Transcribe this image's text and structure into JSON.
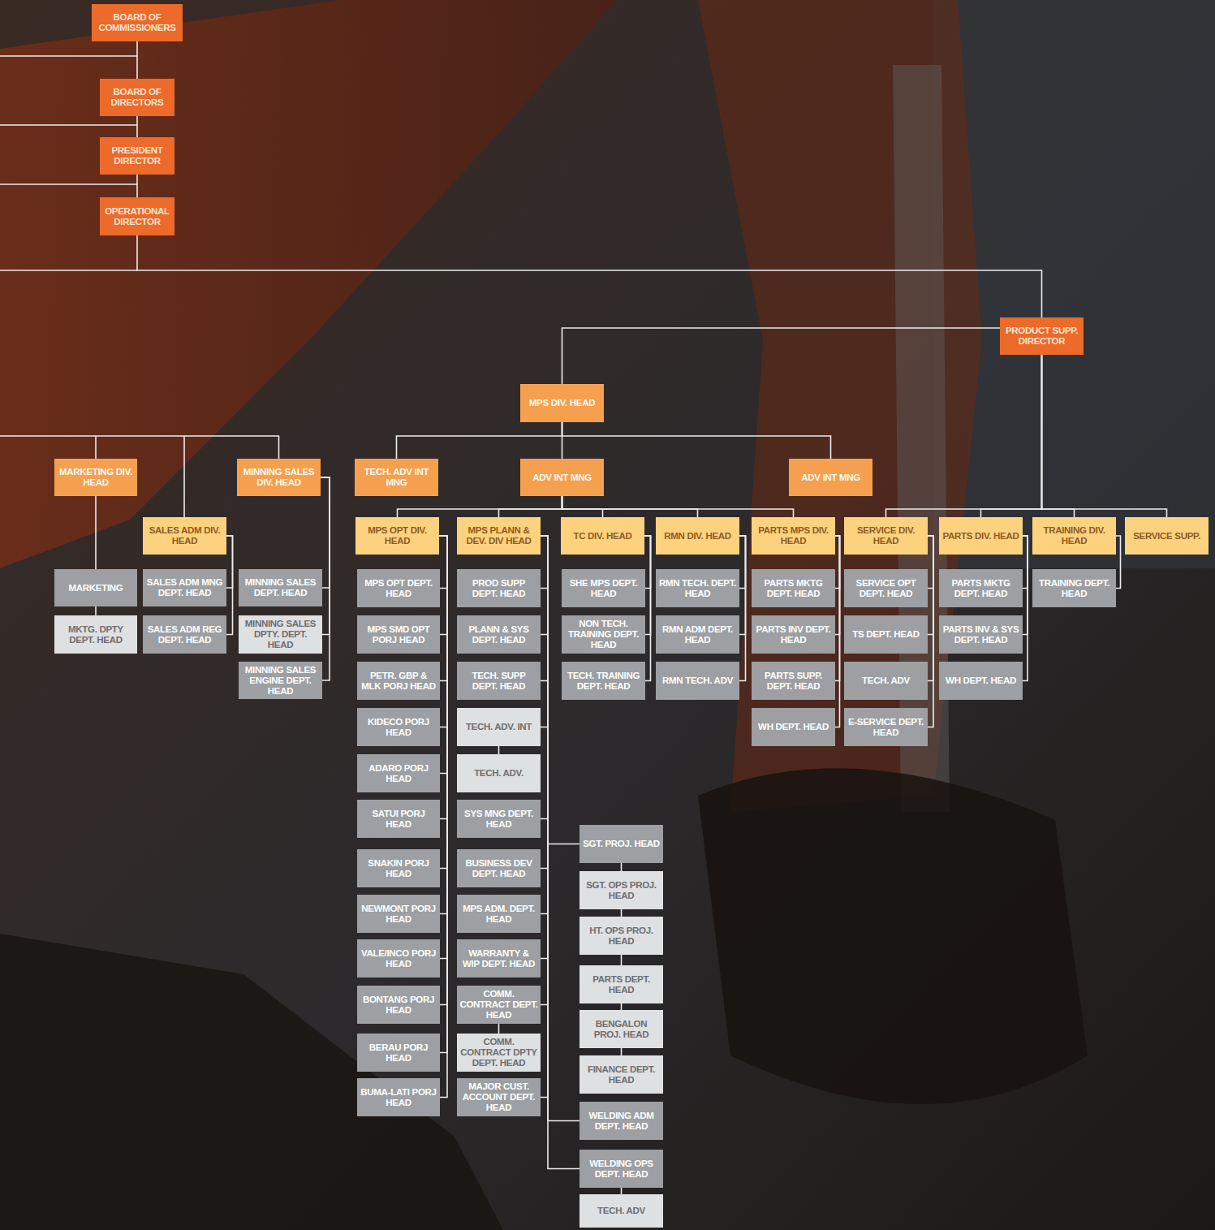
{
  "diagram": {
    "nodes": [
      {
        "text": [
          "BOARD OF COMMISSIONERS"
        ]
      },
      {
        "text": [
          "BOARD OF DIRECTORS"
        ]
      },
      {
        "text": [
          "PRESIDENT DIRECTOR"
        ]
      },
      {
        "text": [
          "OPERATIONAL DIRECTOR"
        ]
      },
      {
        "text": [
          "PRODUCT SUPP. DIRECTOR"
        ]
      },
      {
        "text": [
          "MPS DIV. HEAD"
        ]
      },
      {
        "text": [
          "MARKETING DIV. HEAD"
        ]
      },
      {
        "text": [
          "SALES ADM DIV. HEAD"
        ]
      },
      {
        "text": [
          "MINNING SALES DIV. HEAD"
        ]
      },
      {
        "text": [
          "TECH. ADV INT MNG"
        ]
      },
      {
        "text": [
          "ADV INT MNG"
        ]
      },
      {
        "text": [
          "ADV INT MNG"
        ]
      },
      {
        "text": [
          "MPS OPT DIV. HEAD"
        ]
      },
      {
        "text": [
          "MPS PLANN & DEV. DIV HEAD"
        ]
      },
      {
        "text": [
          "TC DIV. HEAD"
        ]
      },
      {
        "text": [
          "RMN DIV. HEAD"
        ]
      },
      {
        "text": [
          "PARTS MPS DIV. HEAD"
        ]
      },
      {
        "text": [
          "SERVICE DIV. HEAD"
        ]
      },
      {
        "text": [
          "PARTS DIV. HEAD"
        ]
      },
      {
        "text": [
          "TRAINING DIV. HEAD"
        ]
      },
      {
        "text": [
          "SERVICE SUPP."
        ]
      },
      {
        "text": [
          "MARKETING"
        ]
      },
      {
        "text": [
          "MKTG. DPTY DEPT. HEAD"
        ]
      },
      {
        "text": [
          "SALES ADM MNG DEPT. HEAD"
        ]
      },
      {
        "text": [
          "SALES ADM REG DEPT. HEAD"
        ]
      },
      {
        "text": [
          "MINNING SALES DEPT. HEAD"
        ]
      },
      {
        "text": [
          "MINNING SALES DPTY. DEPT. HEAD"
        ]
      },
      {
        "text": [
          "MINNING SALES ENGINE DEPT. HEAD"
        ]
      },
      {
        "text": [
          "MPS OPT DEPT. HEAD"
        ]
      },
      {
        "text": [
          "MPS SMD OPT PORJ HEAD"
        ]
      },
      {
        "text": [
          "PETR. GBP & MLK PORJ HEAD"
        ]
      },
      {
        "text": [
          "KIDECO PORJ HEAD"
        ]
      },
      {
        "text": [
          "ADARO PORJ HEAD"
        ]
      },
      {
        "text": [
          "SATUI PORJ HEAD"
        ]
      },
      {
        "text": [
          "SNAKIN PORJ HEAD"
        ]
      },
      {
        "text": [
          "NEWMONT PORJ HEAD"
        ]
      },
      {
        "text": [
          "VALE/INCO PORJ HEAD"
        ]
      },
      {
        "text": [
          "BONTANG PORJ HEAD"
        ]
      },
      {
        "text": [
          "BERAU PORJ HEAD"
        ]
      },
      {
        "text": [
          "BUMA-LATI PORJ HEAD"
        ]
      },
      {
        "text": [
          "PROD SUPP DEPT. HEAD"
        ]
      },
      {
        "text": [
          "PLANN & SYS DEPT. HEAD"
        ]
      },
      {
        "text": [
          "TECH. SUPP DEPT. HEAD"
        ]
      },
      {
        "text": [
          "TECH. ADV. INT"
        ]
      },
      {
        "text": [
          "TECH. ADV."
        ]
      },
      {
        "text": [
          "SYS MNG DEPT. HEAD"
        ]
      },
      {
        "text": [
          "BUSINESS DEV DEPT. HEAD"
        ]
      },
      {
        "text": [
          "MPS ADM. DEPT. HEAD"
        ]
      },
      {
        "text": [
          "WARRANTY & WIP DEPT. HEAD"
        ]
      },
      {
        "text": [
          "COMM. CONTRACT DEPT. HEAD"
        ]
      },
      {
        "text": [
          "COMM. CONTRACT DPTY DEPT. HEAD"
        ]
      },
      {
        "text": [
          "MAJOR CUST. ACCOUNT DEPT. HEAD"
        ]
      },
      {
        "text": [
          "SGT. PROJ. HEAD"
        ]
      },
      {
        "text": [
          "SGT. OPS PROJ. HEAD"
        ]
      },
      {
        "text": [
          "HT. OPS PROJ. HEAD"
        ]
      },
      {
        "text": [
          "PARTS DEPT. HEAD"
        ]
      },
      {
        "text": [
          "BENGALON PROJ. HEAD"
        ]
      },
      {
        "text": [
          "FINANCE DEPT. HEAD"
        ]
      },
      {
        "text": [
          "WELDING ADM DEPT. HEAD"
        ]
      },
      {
        "text": [
          "WELDING OPS DEPT. HEAD"
        ]
      },
      {
        "text": [
          "TECH. ADV"
        ]
      },
      {
        "text": [
          "SHE MPS DEPT. HEAD"
        ]
      },
      {
        "text": [
          "NON TECH. TRAINING DEPT. HEAD"
        ]
      },
      {
        "text": [
          "TECH. TRAINING DEPT. HEAD"
        ]
      },
      {
        "text": [
          "RMN TECH. DEPT. HEAD"
        ]
      },
      {
        "text": [
          "RMN ADM DEPT. HEAD"
        ]
      },
      {
        "text": [
          "RMN TECH. ADV"
        ]
      },
      {
        "text": [
          "PARTS MKTG DEPT. HEAD"
        ]
      },
      {
        "text": [
          "PARTS INV DEPT. HEAD"
        ]
      },
      {
        "text": [
          "PARTS SUPP. DEPT. HEAD"
        ]
      },
      {
        "text": [
          "WH DEPT. HEAD"
        ]
      },
      {
        "text": [
          "SERVICE OPT DEPT. HEAD"
        ]
      },
      {
        "text": [
          "TS DEPT. HEAD"
        ]
      },
      {
        "text": [
          "TECH. ADV"
        ]
      },
      {
        "text": [
          "E-SERVICE DEPT. HEAD"
        ]
      },
      {
        "text": [
          "PARTS MKTG DEPT. HEAD"
        ]
      },
      {
        "text": [
          "PARTS INV & SYS DEPT. HEAD"
        ]
      },
      {
        "text": [
          "WH DEPT. HEAD"
        ]
      },
      {
        "text": [
          "TRAINING DEPT. HEAD"
        ]
      }
    ],
    "edges": [
      {
        "from": 0,
        "to": 1,
        "arrow": "none"
      },
      {
        "from": 1,
        "to": 2,
        "arrow": "none"
      },
      {
        "from": 2,
        "to": 3,
        "arrow": "none"
      },
      {
        "from": 3,
        "to": 4,
        "arrow": "none"
      },
      {
        "from": 4,
        "to": 5,
        "arrow": "none"
      },
      {
        "from": 5,
        "to": 9,
        "arrow": "none"
      },
      {
        "from": 5,
        "to": 10,
        "arrow": "none"
      },
      {
        "from": 5,
        "to": 11,
        "arrow": "none"
      },
      {
        "from": 10,
        "to": 12,
        "arrow": "none"
      },
      {
        "from": 10,
        "to": 13,
        "arrow": "none"
      },
      {
        "from": 10,
        "to": 14,
        "arrow": "none"
      },
      {
        "from": 10,
        "to": 15,
        "arrow": "none"
      },
      {
        "from": 10,
        "to": 16,
        "arrow": "none"
      },
      {
        "from": 4,
        "to": 17,
        "arrow": "none"
      },
      {
        "from": 4,
        "to": 18,
        "arrow": "none"
      },
      {
        "from": 4,
        "to": 19,
        "arrow": "none"
      },
      {
        "from": 4,
        "to": 20,
        "arrow": "none"
      },
      {
        "from": 6,
        "to": 21,
        "arrow": "none"
      },
      {
        "from": 21,
        "to": 22,
        "arrow": "none"
      },
      {
        "from": 7,
        "to": 23,
        "arrow": "none"
      },
      {
        "from": 7,
        "to": 24,
        "arrow": "none"
      },
      {
        "from": 8,
        "to": 25,
        "arrow": "none"
      },
      {
        "from": 8,
        "to": 26,
        "arrow": "none"
      },
      {
        "from": 8,
        "to": 27,
        "arrow": "none"
      },
      {
        "from": 12,
        "to": 28,
        "arrow": "none"
      },
      {
        "from": 12,
        "to": 29,
        "arrow": "none"
      },
      {
        "from": 12,
        "to": 30,
        "arrow": "none"
      },
      {
        "from": 12,
        "to": 31,
        "arrow": "none"
      },
      {
        "from": 12,
        "to": 32,
        "arrow": "none"
      },
      {
        "from": 12,
        "to": 33,
        "arrow": "none"
      },
      {
        "from": 12,
        "to": 34,
        "arrow": "none"
      },
      {
        "from": 12,
        "to": 35,
        "arrow": "none"
      },
      {
        "from": 12,
        "to": 36,
        "arrow": "none"
      },
      {
        "from": 12,
        "to": 37,
        "arrow": "none"
      },
      {
        "from": 12,
        "to": 38,
        "arrow": "none"
      },
      {
        "from": 12,
        "to": 39,
        "arrow": "none"
      },
      {
        "from": 13,
        "to": 40,
        "arrow": "none"
      },
      {
        "from": 13,
        "to": 41,
        "arrow": "none"
      },
      {
        "from": 13,
        "to": 42,
        "arrow": "none"
      },
      {
        "from": 13,
        "to": 43,
        "arrow": "none"
      },
      {
        "from": 43,
        "to": 44,
        "arrow": "none"
      },
      {
        "from": 13,
        "to": 45,
        "arrow": "none"
      },
      {
        "from": 13,
        "to": 46,
        "arrow": "none"
      },
      {
        "from": 13,
        "to": 47,
        "arrow": "none"
      },
      {
        "from": 13,
        "to": 48,
        "arrow": "none"
      },
      {
        "from": 13,
        "to": 49,
        "arrow": "none"
      },
      {
        "from": 49,
        "to": 50,
        "arrow": "none"
      },
      {
        "from": 13,
        "to": 51,
        "arrow": "none"
      },
      {
        "from": 13,
        "to": 52,
        "arrow": "none"
      },
      {
        "from": 52,
        "to": 53,
        "arrow": "none"
      },
      {
        "from": 53,
        "to": 54,
        "arrow": "none"
      },
      {
        "from": 54,
        "to": 55,
        "arrow": "none"
      },
      {
        "from": 55,
        "to": 56,
        "arrow": "none"
      },
      {
        "from": 56,
        "to": 57,
        "arrow": "none"
      },
      {
        "from": 13,
        "to": 58,
        "arrow": "none"
      },
      {
        "from": 13,
        "to": 59,
        "arrow": "none"
      },
      {
        "from": 59,
        "to": 60,
        "arrow": "none"
      },
      {
        "from": 14,
        "to": 61,
        "arrow": "none"
      },
      {
        "from": 14,
        "to": 62,
        "arrow": "none"
      },
      {
        "from": 14,
        "to": 63,
        "arrow": "none"
      },
      {
        "from": 15,
        "to": 64,
        "arrow": "none"
      },
      {
        "from": 15,
        "to": 65,
        "arrow": "none"
      },
      {
        "from": 15,
        "to": 66,
        "arrow": "none"
      },
      {
        "from": 16,
        "to": 67,
        "arrow": "none"
      },
      {
        "from": 16,
        "to": 68,
        "arrow": "none"
      },
      {
        "from": 16,
        "to": 69,
        "arrow": "none"
      },
      {
        "from": 16,
        "to": 70,
        "arrow": "none"
      },
      {
        "from": 17,
        "to": 71,
        "arrow": "none"
      },
      {
        "from": 17,
        "to": 72,
        "arrow": "none"
      },
      {
        "from": 17,
        "to": 73,
        "arrow": "none"
      },
      {
        "from": 17,
        "to": 74,
        "arrow": "none"
      },
      {
        "from": 18,
        "to": 75,
        "arrow": "none"
      },
      {
        "from": 18,
        "to": 76,
        "arrow": "none"
      },
      {
        "from": 18,
        "to": 77,
        "arrow": "none"
      },
      {
        "from": 19,
        "to": 78,
        "arrow": "none"
      }
    ]
  }
}
